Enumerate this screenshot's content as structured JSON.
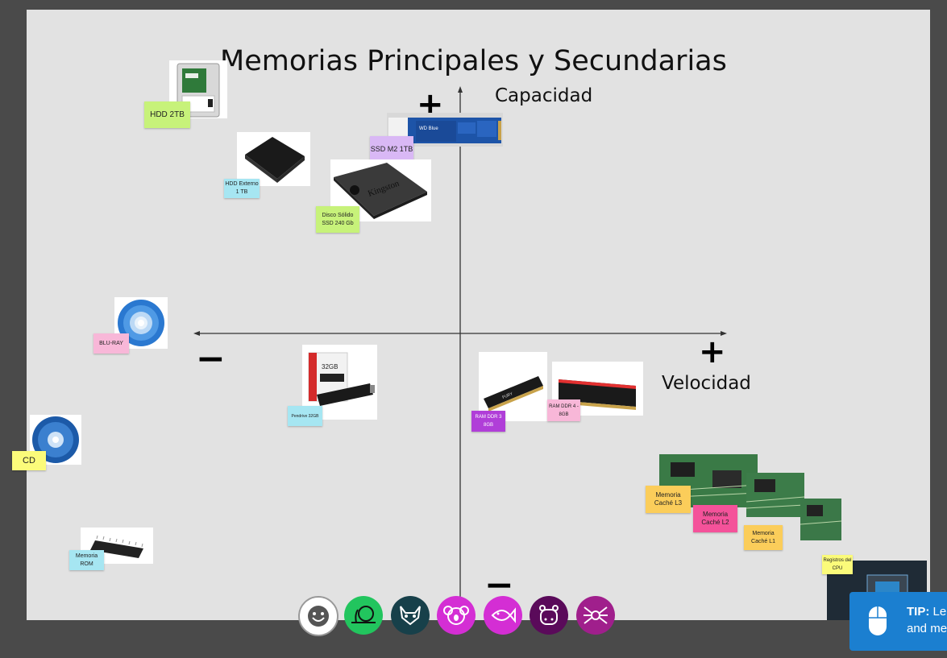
{
  "board": {
    "title": "Memorias Principales y Secundarias",
    "y_axis_label": "Capacidad",
    "x_axis_label": "Velocidad",
    "plus_sign": "+",
    "minus_sign": "−"
  },
  "notes": {
    "hdd2tb": "HDD 2TB",
    "ssd_m2": "SSD M2 1TB",
    "hdd_externo": "HDD Externo 1 TB",
    "disco_solido": "Disco Sólido SSD 240 Gb",
    "bluray": "BLU-RAY",
    "pendrive": "Pendrive 32GB",
    "ram_ddr3": "RAM DDR 3 8GB",
    "ram_ddr4": "RAM DDR 4 - 8GB",
    "cd": "CD",
    "rom": "Memoria ROM",
    "cache_l3": "Memoria Caché L3",
    "cache_l2": "Memoria Caché L2",
    "cache_l1": "Memoria Caché L1",
    "registros": "Registros del CPU"
  },
  "images": {
    "ssd_m2_brand": "WD Blue",
    "kingston_brand": "Kingston",
    "usb_capacity": "32GB",
    "ram_brand": "FURY"
  },
  "toolbar": {
    "avatars": [
      "smiley",
      "snail",
      "raccoon",
      "koala",
      "fish",
      "hippo",
      "spider"
    ]
  },
  "tip": {
    "label": "TIP:",
    "text_line1": "Le",
    "text_line2": "and me"
  },
  "colors": {
    "board_bg": "#e2e2e2",
    "frame_bg": "#4a4a4a",
    "note_green": "#c7f27a",
    "note_purple": "#d9b8f5",
    "note_cyan": "#a6e6f2",
    "note_pink": "#f8b7d8",
    "note_yellow": "#fbfb7a",
    "note_violet": "#b03ed8",
    "note_orange": "#fbcd5a",
    "note_hotpink": "#f4529a",
    "tip_blue": "#1b7fd0"
  }
}
